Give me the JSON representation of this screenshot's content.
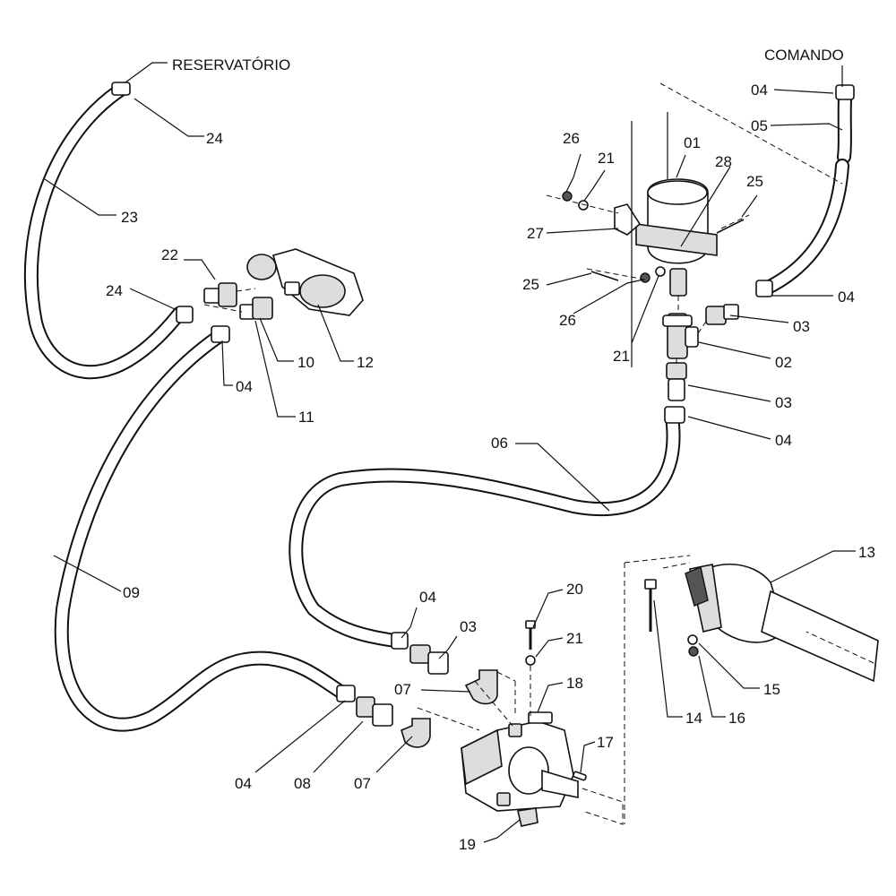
{
  "labels": {
    "reservatorio": "RESERVATÓRIO",
    "comando": "COMANDO",
    "p01": "01",
    "p02": "02",
    "p03a": "03",
    "p03b": "03",
    "p03c": "03",
    "p04a": "04",
    "p04b": "04",
    "p04c": "04",
    "p04d": "04",
    "p04e": "04",
    "p04f": "04",
    "p05": "05",
    "p06": "06",
    "p07a": "07",
    "p07b": "07",
    "p08": "08",
    "p09": "09",
    "p10": "10",
    "p11": "11",
    "p12": "12",
    "p13": "13",
    "p14": "14",
    "p15": "15",
    "p16": "16",
    "p17": "17",
    "p18": "18",
    "p19": "19",
    "p20": "20",
    "p21a": "21",
    "p21b": "21",
    "p21c": "21",
    "p22": "22",
    "p23": "23",
    "p24a": "24",
    "p24b": "24",
    "p25a": "25",
    "p25b": "25",
    "p26a": "26",
    "p26b": "26",
    "p27": "27",
    "p28": "28"
  }
}
